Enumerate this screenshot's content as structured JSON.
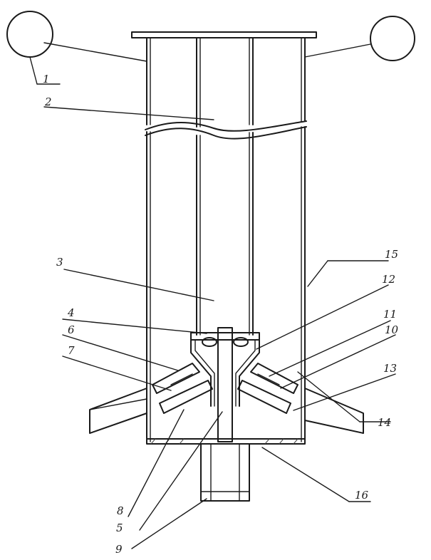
{
  "callouts": [
    {
      "id": "c1",
      "text": "1"
    },
    {
      "id": "c2",
      "text": "2"
    },
    {
      "id": "c3",
      "text": "3"
    },
    {
      "id": "c4",
      "text": "4"
    },
    {
      "id": "c6",
      "text": "6"
    },
    {
      "id": "c7",
      "text": "7"
    },
    {
      "id": "c8",
      "text": "8"
    },
    {
      "id": "c5",
      "text": "5"
    },
    {
      "id": "c9",
      "text": "9"
    },
    {
      "id": "c15",
      "text": "15"
    },
    {
      "id": "c12",
      "text": "12"
    },
    {
      "id": "c11",
      "text": "11"
    },
    {
      "id": "c10",
      "text": "10"
    },
    {
      "id": "c13",
      "text": "13"
    },
    {
      "id": "c14",
      "text": "14"
    },
    {
      "id": "c16",
      "text": "16"
    }
  ]
}
